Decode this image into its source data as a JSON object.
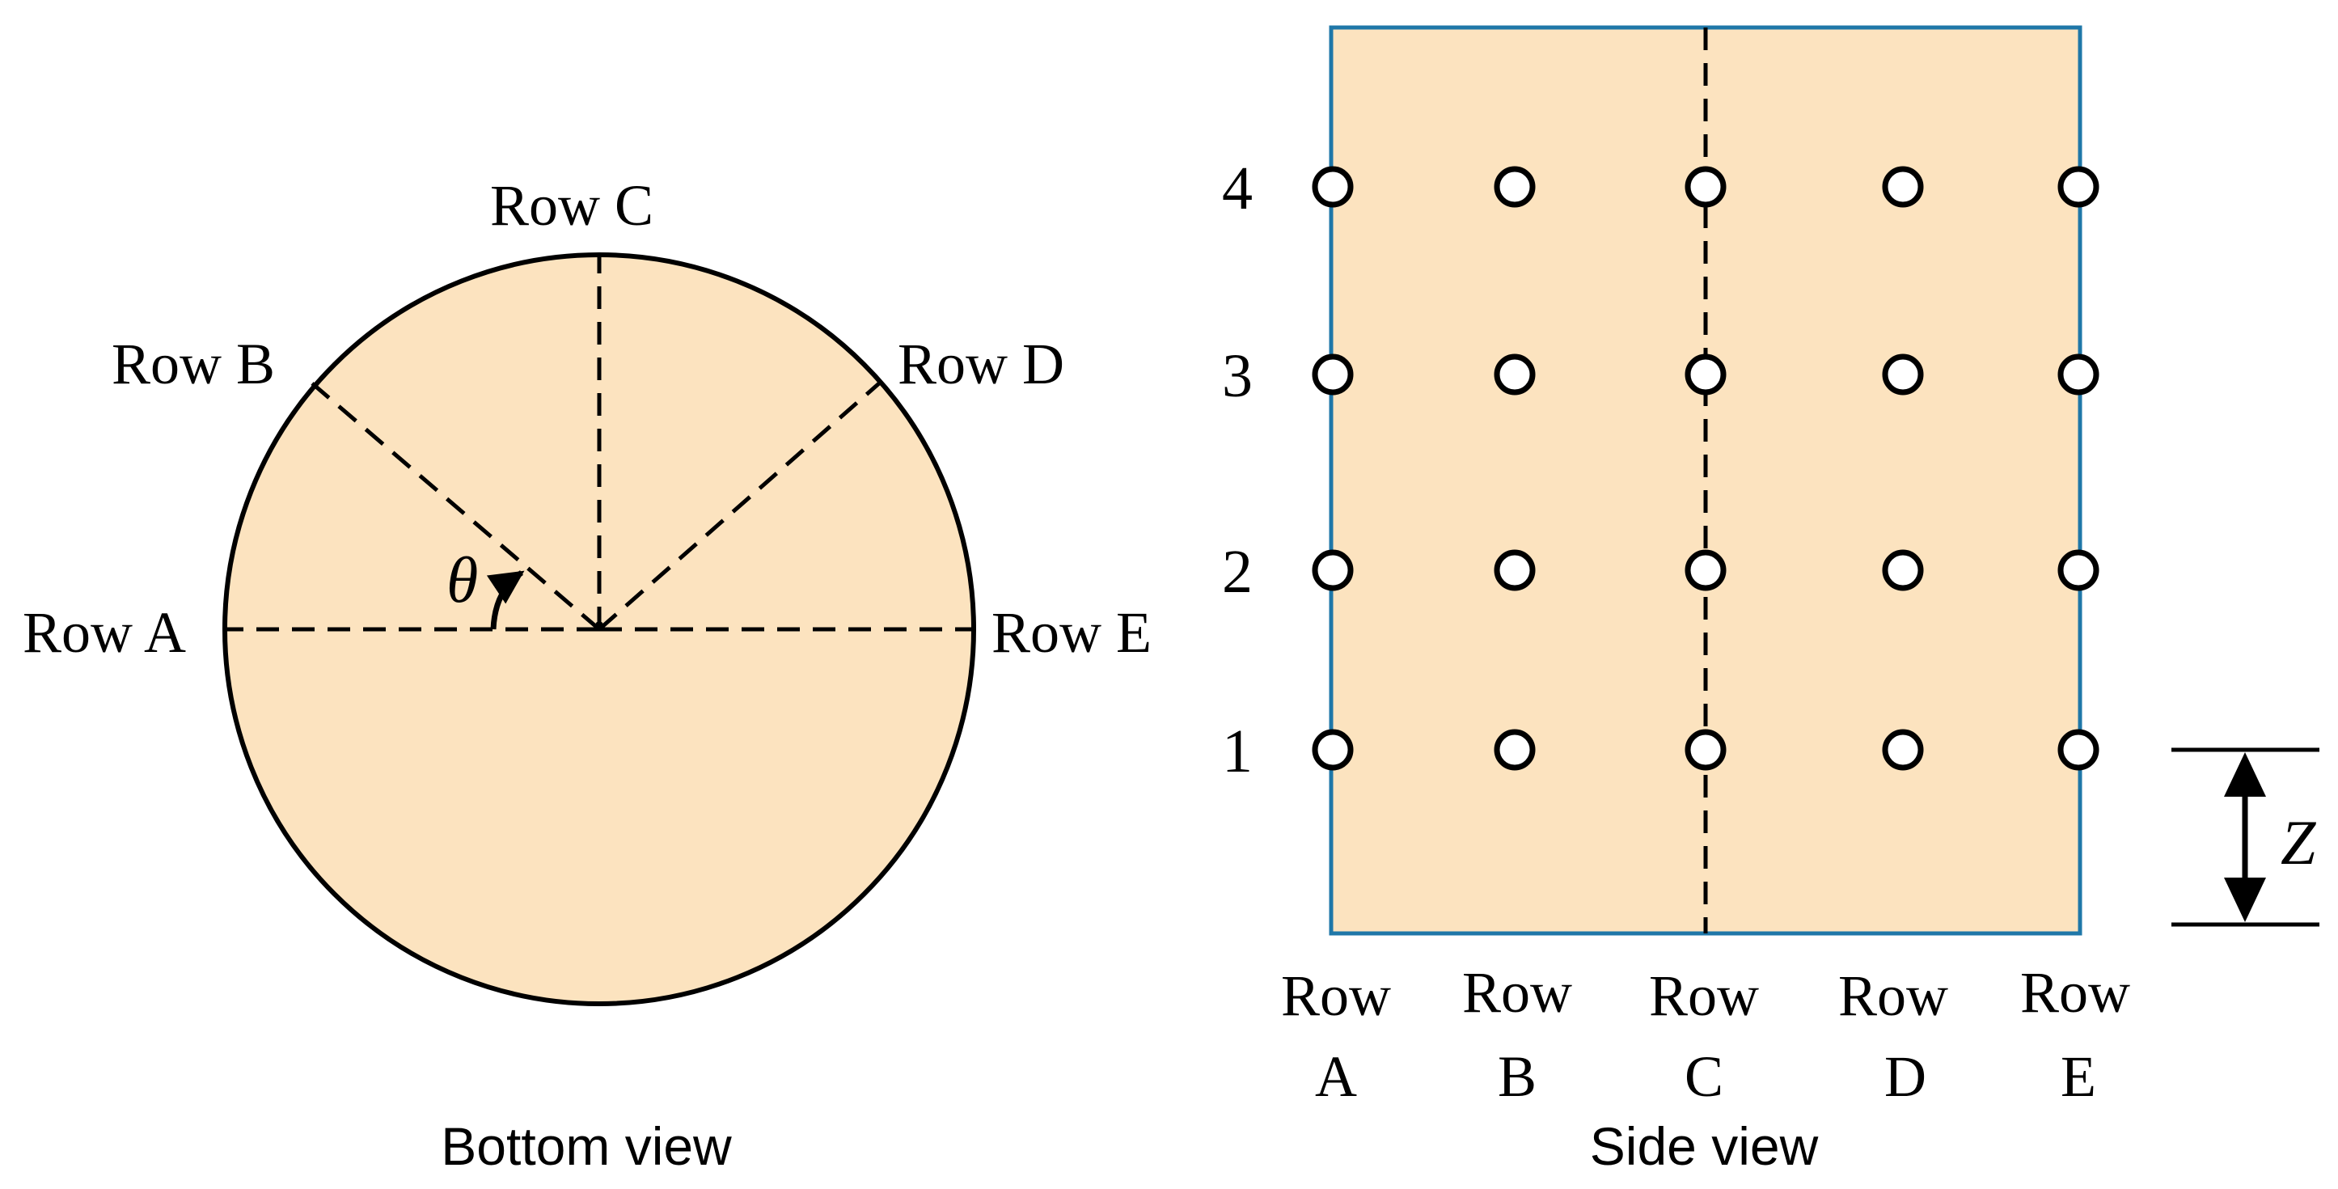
{
  "colors": {
    "fill": "#fce3bf",
    "circle_outline": "#000000",
    "side_outline": "#1f77a8",
    "ink": "#000000"
  },
  "bottom_view": {
    "caption": "Bottom view",
    "rows": [
      {
        "id": "A",
        "label": "Row A",
        "angle_deg": 0
      },
      {
        "id": "B",
        "label": "Row B",
        "angle_deg": 45
      },
      {
        "id": "C",
        "label": "Row C",
        "angle_deg": 90
      },
      {
        "id": "D",
        "label": "Row D",
        "angle_deg": 135
      },
      {
        "id": "E",
        "label": "Row E",
        "angle_deg": 180
      }
    ],
    "angle_symbol": "θ"
  },
  "side_view": {
    "caption": "Side view",
    "levels": [
      "1",
      "2",
      "3",
      "4"
    ],
    "columns": [
      {
        "id": "A",
        "word": "Row",
        "letter": "A"
      },
      {
        "id": "B",
        "word": "Row",
        "letter": "B"
      },
      {
        "id": "C",
        "word": "Row",
        "letter": "C"
      },
      {
        "id": "D",
        "word": "Row",
        "letter": "D"
      },
      {
        "id": "E",
        "word": "Row",
        "letter": "E"
      }
    ],
    "dimension_symbol": "Z"
  }
}
